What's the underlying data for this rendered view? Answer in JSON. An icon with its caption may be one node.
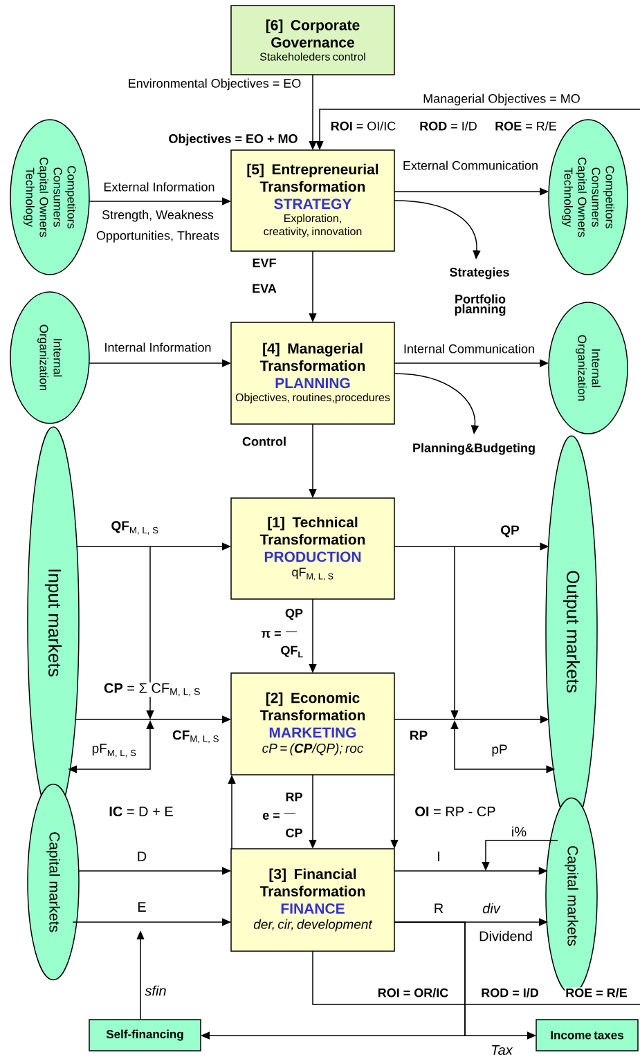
{
  "diagram": {
    "nodes": [
      {
        "text": [
          "[6] Corporate Governance",
          "Stakeholeders control"
        ]
      },
      {
        "text": [
          "Competitors Consumers Capital Owners Technology"
        ]
      },
      {
        "text": [
          "[5] Entrepreneurial Transformation",
          "STRATEGY",
          "Exploration, creativity, innovation"
        ]
      },
      {
        "text": [
          "Competitors Consumers Capital Owners Technology"
        ]
      },
      {
        "text": [
          "Internal Organization"
        ]
      },
      {
        "text": [
          "[4] Managerial Transformation",
          "PLANNING",
          "Objectives, routines,procedures"
        ]
      },
      {
        "text": [
          "Internal Organization"
        ]
      },
      {
        "text": [
          "Input markets"
        ]
      },
      {
        "text": [
          "[1] Technical Transformation",
          "PRODUCTION",
          "\\text{qF}_{\\text{M, L, S}}"
        ]
      },
      {
        "text": [
          "Output markets"
        ]
      },
      {
        "text": [
          "[2] Economic Transformation",
          "MARKETING",
          "*cP* = (**CP**/QP); *roc*"
        ]
      },
      {
        "text": [
          "Capital markets"
        ]
      },
      {
        "text": [
          "[3] Financial Transformation",
          "FINANCE",
          "der, cir, development"
        ]
      },
      {
        "text": [
          "Capital markets"
        ]
      },
      {
        "text": [
          "Self-financing"
        ]
      },
      {
        "text": [
          "Income taxes"
        ]
      }
    ],
    "edges": [
      {
        "from": 0,
        "to": 2,
        "arrow": "to",
        "label": "Environmental Objectives = EO"
      },
      {
        "from": null,
        "to": 2,
        "arrow": "to",
        "label": "Managerial Objectives = MO"
      },
      {
        "from": 1,
        "to": 2,
        "arrow": "to",
        "label": "External Information"
      },
      {
        "from": 2,
        "to": 3,
        "arrow": "to",
        "label": "External Communication"
      },
      {
        "from": 2,
        "to": null,
        "arrow": "to",
        "label": "Strategies"
      },
      {
        "from": 2,
        "to": 5,
        "arrow": "to"
      },
      {
        "from": 4,
        "to": 5,
        "arrow": "to",
        "label": "Internal Information"
      },
      {
        "from": 5,
        "to": 6,
        "arrow": "to",
        "label": "Internal Communication"
      },
      {
        "from": 5,
        "to": null,
        "arrow": "to",
        "label": "Planning&Budgeting"
      },
      {
        "from": 5,
        "to": 8,
        "arrow": "to",
        "label": "Control"
      },
      {
        "from": 7,
        "to": 8,
        "arrow": "to",
        "label": "\\textbf{QF}_{\\text{M, L, S}}"
      },
      {
        "from": 8,
        "to": 9,
        "arrow": "to",
        "label": "QP"
      },
      {
        "from": 8,
        "to": 10,
        "arrow": "to"
      },
      {
        "from": 7,
        "to": 10,
        "arrow": "to",
        "label": "\\textbf{CF}_{\\text{M, L, S}}"
      },
      {
        "from": null,
        "to": 7,
        "arrow": "both",
        "label": "\\text{pF}_{\\text{M, L, S}}"
      },
      {
        "from": 10,
        "to": 9,
        "arrow": "to",
        "label": "RP"
      },
      {
        "from": null,
        "to": 9,
        "arrow": "both",
        "label": "pP"
      },
      {
        "from": 12,
        "to": 10,
        "arrow": "to"
      },
      {
        "from": 10,
        "to": 12,
        "arrow": "to"
      },
      {
        "from": 10,
        "to": 12,
        "arrow": "to",
        "label": "**OI** = RP - CP"
      },
      {
        "from": 11,
        "to": 12,
        "arrow": "to",
        "label": "D"
      },
      {
        "from": 11,
        "to": 12,
        "arrow": "to",
        "label": "E"
      },
      {
        "from": 12,
        "to": 13,
        "arrow": "to",
        "label": "I"
      },
      {
        "from": 13,
        "to": null,
        "arrow": "to",
        "label": "i%"
      },
      {
        "from": 12,
        "to": 13,
        "arrow": "to",
        "label": "R"
      },
      {
        "from": 12,
        "to": null,
        "arrow": "none"
      },
      {
        "from": 12,
        "to": 14,
        "arrow": "to"
      },
      {
        "from": 12,
        "to": 15,
        "arrow": "to",
        "label": "Tax"
      },
      {
        "from": 14,
        "to": null,
        "arrow": "to",
        "label": "sfin"
      }
    ],
    "labels": [
      "Objectives = EO + MO",
      "**ROI** = OI/IC",
      "**ROD** = I/D",
      "**ROE** = R/E",
      "Strength, Weakness",
      "Opportunities, Threats",
      "EVF",
      "EVA",
      "Portfolio planning",
      "QP",
      "π =",
      "\\textbf{QF}_{\\textbf{L}}",
      "\\textbf{CP}\\text{ = Σ CF}_{\\text{M, L, S}}",
      "RP",
      "e =",
      "CP",
      "**IC** = D + E",
      "div",
      "Dividend",
      "ROI = OR/IC",
      "ROD = I/D",
      "ROE = R/E"
    ]
  }
}
